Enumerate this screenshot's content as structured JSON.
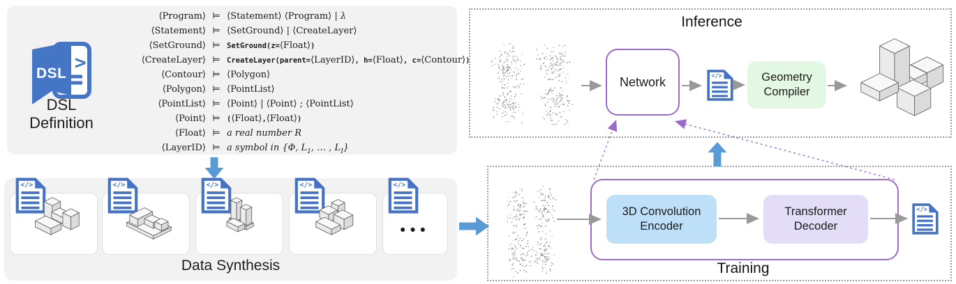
{
  "dsl_panel": {
    "icon_label": "DSL",
    "icon_glyph": "!>",
    "title_line1": "DSL",
    "title_line2": "Definition",
    "entails": "⊨",
    "grammar": [
      {
        "lhs": "⟨Program⟩",
        "rhs": [
          {
            "t": "⟨Statement⟩ ",
            "s": "n"
          },
          {
            "t": "⟨Program⟩",
            "s": "n"
          },
          {
            "t": " | ",
            "s": "p"
          },
          {
            "t": "λ",
            "s": "i"
          }
        ]
      },
      {
        "lhs": "⟨Statement⟩",
        "rhs": [
          {
            "t": "⟨SetGround⟩",
            "s": "n"
          },
          {
            "t": " | ",
            "s": "p"
          },
          {
            "t": "⟨CreateLayer⟩",
            "s": "n"
          }
        ]
      },
      {
        "lhs": "⟨SetGround⟩",
        "rhs": [
          {
            "t": "SetGround(z=",
            "s": "m"
          },
          {
            "t": "⟨Float⟩",
            "s": "n"
          },
          {
            "t": ")",
            "s": "m"
          }
        ]
      },
      {
        "lhs": "⟨CreateLayer⟩",
        "rhs": [
          {
            "t": "CreateLayer(parent=",
            "s": "m"
          },
          {
            "t": "⟨LayerID⟩",
            "s": "n"
          },
          {
            "t": ", h=",
            "s": "m"
          },
          {
            "t": "⟨Float⟩",
            "s": "n"
          },
          {
            "t": ", c=",
            "s": "m"
          },
          {
            "t": "⟨Contour⟩",
            "s": "n"
          },
          {
            "t": ")",
            "s": "m"
          }
        ]
      },
      {
        "lhs": "⟨Contour⟩",
        "rhs": [
          {
            "t": "⟨Polygon⟩",
            "s": "n"
          }
        ]
      },
      {
        "lhs": "⟨Polygon⟩",
        "rhs": [
          {
            "t": "⟨PointList⟩",
            "s": "n"
          }
        ]
      },
      {
        "lhs": "⟨PointList⟩",
        "rhs": [
          {
            "t": "⟨Point⟩",
            "s": "n"
          },
          {
            "t": " | ",
            "s": "p"
          },
          {
            "t": "⟨Point⟩",
            "s": "n"
          },
          {
            "t": " ; ",
            "s": "p"
          },
          {
            "t": "⟨PointList⟩",
            "s": "n"
          }
        ]
      },
      {
        "lhs": "⟨Point⟩",
        "rhs": [
          {
            "t": "(",
            "s": "m"
          },
          {
            "t": "⟨Float⟩",
            "s": "n"
          },
          {
            "t": ",",
            "s": "m"
          },
          {
            "t": "⟨Float⟩",
            "s": "n"
          },
          {
            "t": ")",
            "s": "m"
          }
        ]
      },
      {
        "lhs": "⟨Float⟩",
        "rhs": [
          {
            "t": "a real number R",
            "s": "i"
          }
        ]
      },
      {
        "lhs": "⟨LayerID⟩",
        "rhs": [
          {
            "t": "a symbol in {Φ, L",
            "s": "i"
          },
          {
            "t": "1",
            "s": "s"
          },
          {
            "t": ", … , L",
            "s": "i"
          },
          {
            "t": "I",
            "s": "s"
          },
          {
            "t": "}",
            "s": "i"
          }
        ]
      }
    ]
  },
  "data_synthesis": {
    "label": "Data Synthesis",
    "ellipsis": "•••",
    "card_count": 5
  },
  "doc_icon": {
    "code": "</>"
  },
  "inference": {
    "title": "Inference",
    "network_label": "Network",
    "compiler_label_line1": "Geometry",
    "compiler_label_line2": "Compiler"
  },
  "training": {
    "title": "Training",
    "encoder_label_line1": "3D Convolution",
    "encoder_label_line2": "Encoder",
    "decoder_label_line1": "Transformer",
    "decoder_label_line2": "Decoder"
  },
  "colors": {
    "panel_gray": "#F2F2F3",
    "doc_blue": "#4472C4",
    "icon_blue": "#4576C6",
    "accent_blue": "#5B9BD5",
    "purple": "#9B6BC8",
    "purple_dashed": "#A87CD5",
    "green_fill": "#E3F8E2",
    "blue_fill": "#BEDFF8",
    "lavender_fill": "#E3DDF8",
    "arrow_gray": "#999999"
  }
}
